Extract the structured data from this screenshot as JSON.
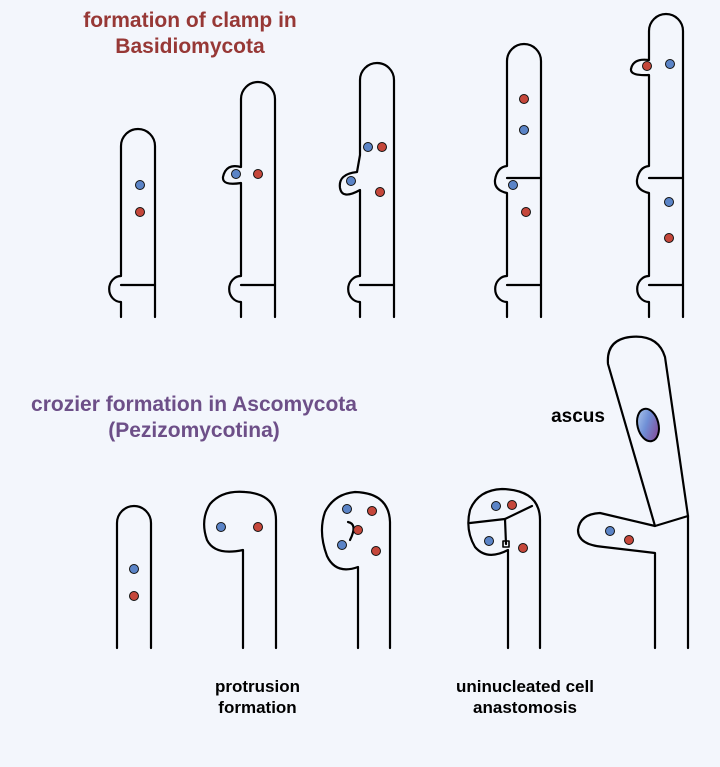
{
  "titles": {
    "clamp_line1": "formation of clamp in",
    "clamp_line2": "Basidiomycota",
    "crozier_line1": "crozier formation in Ascomycota",
    "crozier_line2": "(Pezizomycotina)"
  },
  "labels": {
    "ascus": "ascus",
    "protrusion_line1": "protrusion",
    "protrusion_line2": "formation",
    "anastomosis_line1": "uninucleated cell",
    "anastomosis_line2": "anastomosis"
  },
  "colors": {
    "clamp_title": "#973836",
    "crozier_title": "#6d4f88",
    "nucleus_blue": "#5b84c7",
    "nucleus_red": "#c5473b",
    "background": "#f3f6fc"
  }
}
